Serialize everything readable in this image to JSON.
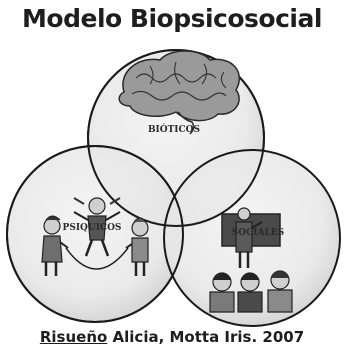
{
  "title": "Modelo Biopsicosocial",
  "circles": [
    {
      "label": "BIÓTICOS",
      "illustration": "brain-icon"
    },
    {
      "label": "PSIQUICOS",
      "illustration": "children-playing-icon"
    },
    {
      "label": "SOCIALES",
      "illustration": "classroom-teacher-icon"
    }
  ],
  "credit": {
    "first_word": "Risueño",
    "rest": " Alicia, Motta Iris. 2007"
  }
}
